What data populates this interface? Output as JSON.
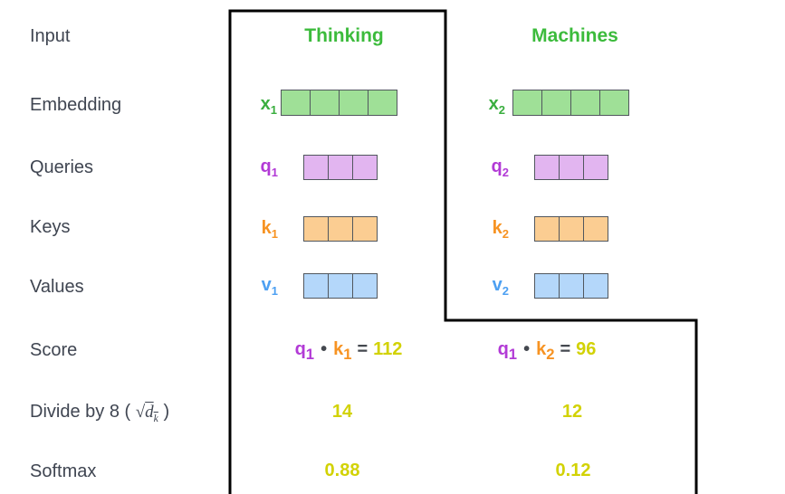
{
  "rows": {
    "input": "Input",
    "embedding": "Embedding",
    "queries": "Queries",
    "keys": "Keys",
    "values": "Values",
    "score": "Score",
    "divide_prefix": "Divide by 8 (",
    "divide_sqrt": "√",
    "divide_radicand": "d",
    "divide_radicand_sub": "k",
    "divide_suffix": ")",
    "softmax": "Softmax"
  },
  "columns": [
    {
      "header": "Thinking",
      "embedding_label": {
        "base": "x",
        "sub": "1"
      },
      "query_label": {
        "base": "q",
        "sub": "1"
      },
      "key_label": {
        "base": "k",
        "sub": "1"
      },
      "value_label": {
        "base": "v",
        "sub": "1"
      },
      "score": {
        "q": "q",
        "q_sub": "1",
        "dot": "•",
        "k": "k",
        "k_sub": "1",
        "eq": "=",
        "value": "112"
      },
      "divided": "14",
      "softmax": "0.88"
    },
    {
      "header": "Machines",
      "embedding_label": {
        "base": "x",
        "sub": "2"
      },
      "query_label": {
        "base": "q",
        "sub": "2"
      },
      "key_label": {
        "base": "k",
        "sub": "2"
      },
      "value_label": {
        "base": "v",
        "sub": "2"
      },
      "score": {
        "q": "q",
        "q_sub": "1",
        "dot": "•",
        "k": "k",
        "k_sub": "2",
        "eq": "=",
        "value": "96"
      },
      "divided": "12",
      "softmax": "0.12"
    }
  ],
  "colors": {
    "header_green": "#3cbb3c",
    "token_green": "#3aae3f",
    "token_purple": "#b23ad6",
    "token_orange": "#f79322",
    "token_blue": "#4da0f2",
    "value_yellow": "#d2d204",
    "label_slate": "#3f4551",
    "cell_green": "#9fe097",
    "cell_purple": "#e2b5f0",
    "cell_orange": "#fbcd92",
    "cell_blue": "#b4d7fa",
    "outline_black": "#000000"
  }
}
